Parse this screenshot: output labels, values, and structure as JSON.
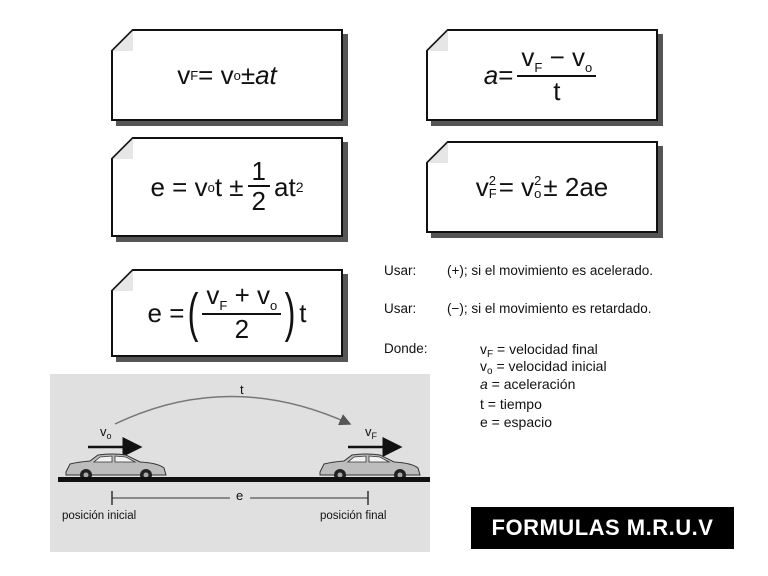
{
  "formulas": {
    "f1": {
      "lhs": "v",
      "lhs_sub": "F",
      "rhs_a": " = v",
      "rhs_sub": "o",
      "rhs_b": " ± ",
      "rhs_c": "at"
    },
    "f2": {
      "lhs": "a",
      "eq": " = ",
      "num": "v_F − v_o",
      "num_v1": "v",
      "num_s1": "F",
      "num_mid": " − v",
      "num_s2": "o",
      "den": "t"
    },
    "f3": {
      "lhs": "e = v",
      "sub": "o",
      "mid": "t ± ",
      "num": "1",
      "den": "2",
      "tail": "at",
      "sup": "2"
    },
    "f4": {
      "v1": "v",
      "s1": "F",
      "sup1": "2",
      "eq": " = v",
      "s2": "o",
      "sup2": "2",
      "tail": " ± 2ae"
    },
    "f5": {
      "lhs": "e = ",
      "num_v1": "v",
      "num_s1": "F",
      "num_mid": " + v",
      "num_s2": "o",
      "den": "2",
      "tail": "t"
    }
  },
  "notes": {
    "usar1_label": "Usar:",
    "usar1_text": "(+); si el movimiento es acelerado.",
    "usar2_label": "Usar:",
    "usar2_text": "(−); si el movimiento es retardado.",
    "donde_label": "Donde:"
  },
  "definitions": [
    {
      "sym": "v",
      "sub": "F",
      "text": " = velocidad final"
    },
    {
      "sym": "v",
      "sub": "o",
      "text": " = velocidad inicial"
    },
    {
      "sym": "a",
      "sub": "",
      "text": " = aceleración"
    },
    {
      "sym": "t",
      "sub": "",
      "text": " = tiempo"
    },
    {
      "sym": "e",
      "sub": "",
      "text": " = espacio"
    }
  ],
  "scene": {
    "time_label": "t",
    "v_initial": "v",
    "v_initial_sub": "o",
    "v_final": "v",
    "v_final_sub": "F",
    "distance_label": "e",
    "pos_initial": "posición inicial",
    "pos_final": "posición final"
  },
  "badge": "FORMULAS M.R.U.V"
}
